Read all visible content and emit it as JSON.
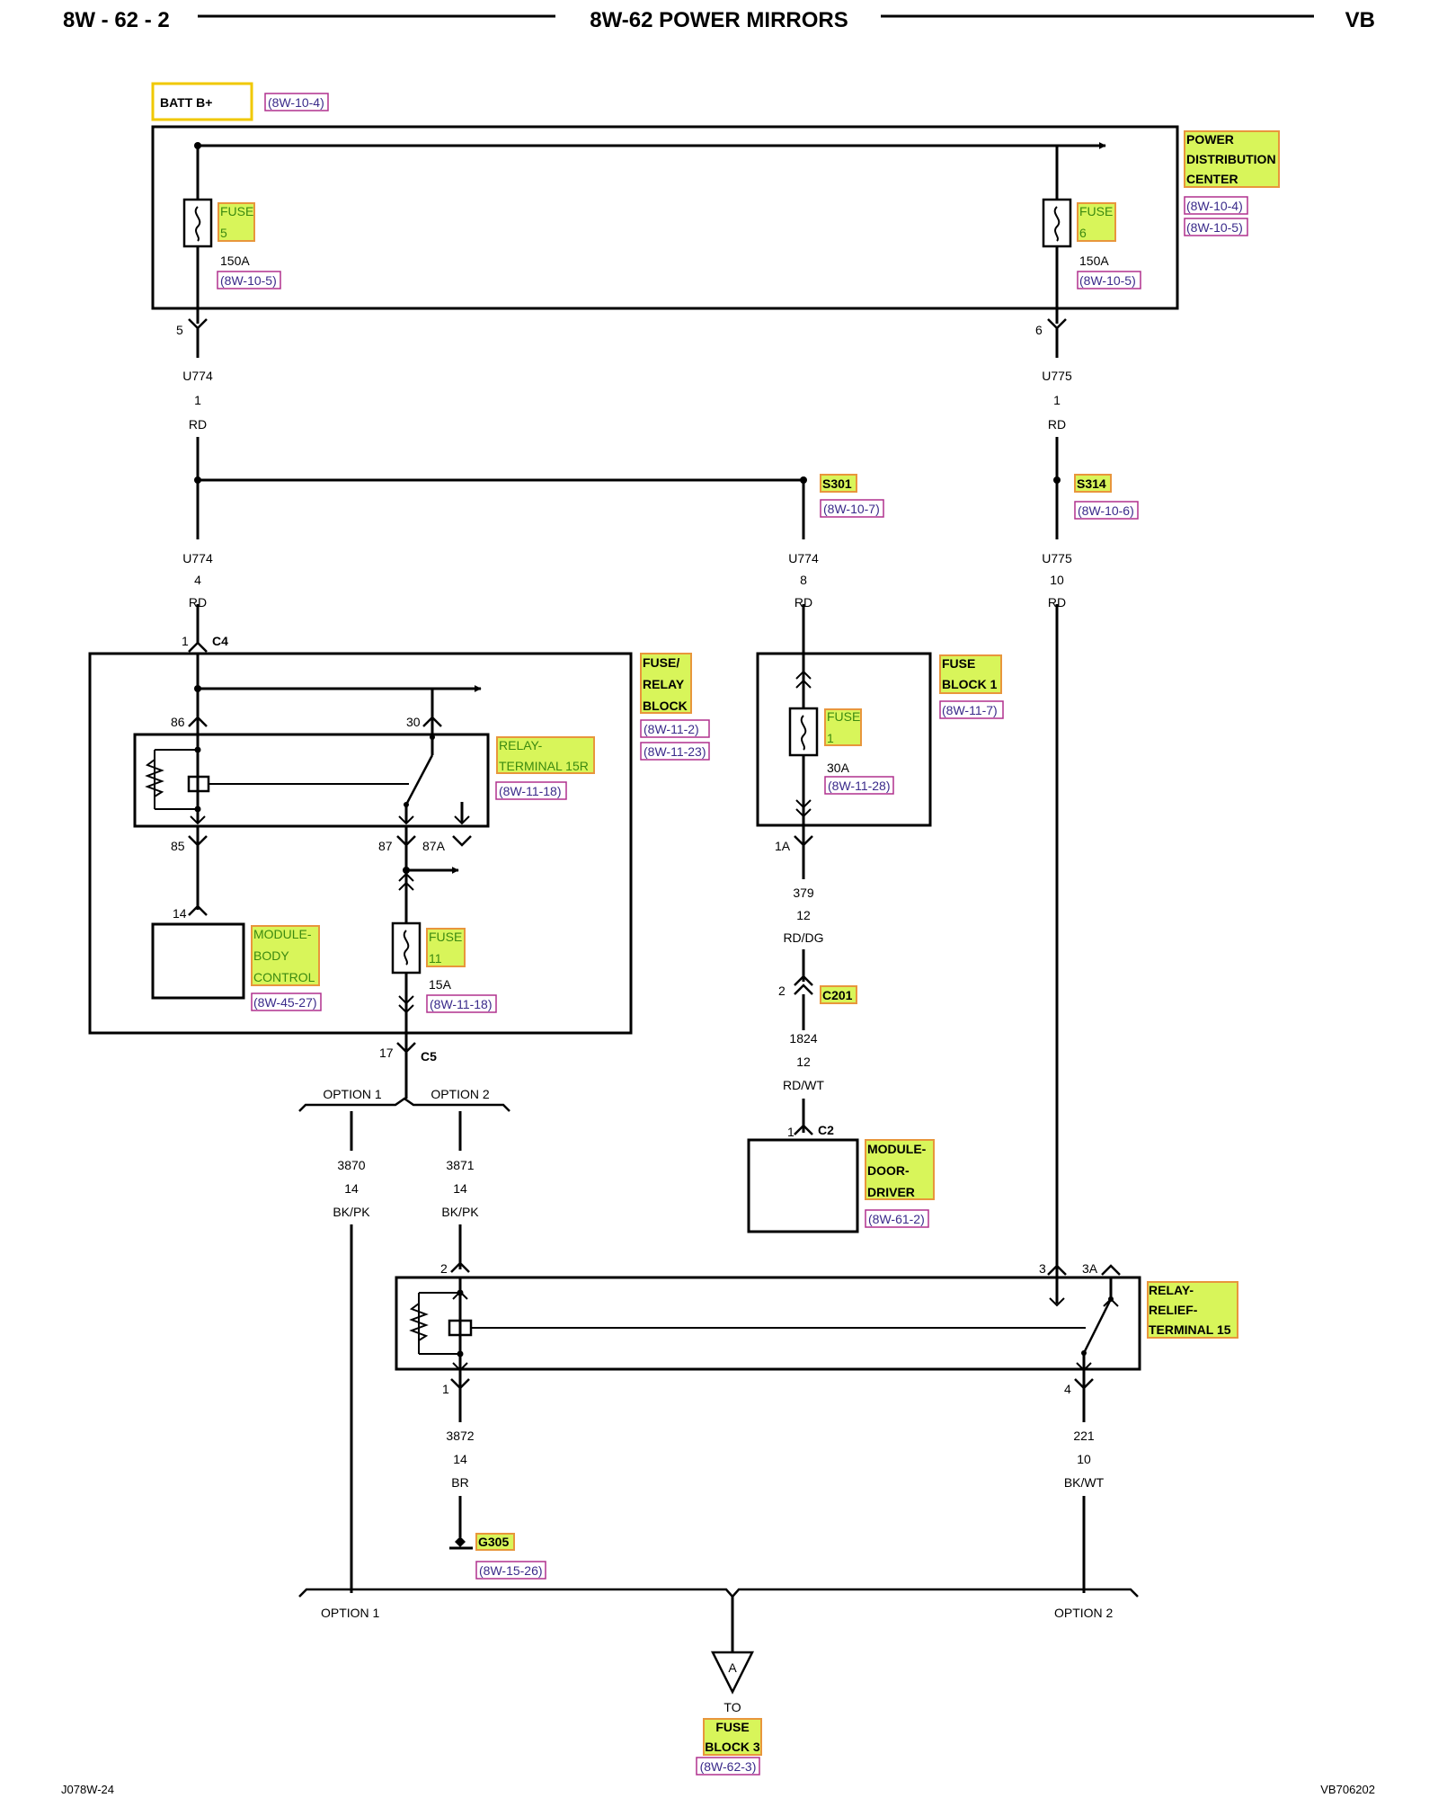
{
  "header": {
    "left": "8W - 62 - 2",
    "center": "8W-62 POWER MIRRORS",
    "right": "VB"
  },
  "footer": {
    "left": "J078W-24",
    "right": "VB706202"
  },
  "batt": {
    "label": "BATT B+",
    "ref": "(8W-10-4)"
  },
  "pdc": {
    "title_lines": [
      "POWER",
      "DISTRIBUTION",
      "CENTER"
    ],
    "refs": [
      "(8W-10-4)",
      "(8W-10-5)"
    ],
    "fuse5": {
      "name": "FUSE",
      "num": "5",
      "rating": "150A",
      "ref": "(8W-10-5)"
    },
    "fuse6": {
      "name": "FUSE",
      "num": "6",
      "rating": "150A",
      "ref": "(8W-10-5)"
    },
    "pin_left": "5",
    "pin_right": "6"
  },
  "wires": {
    "u774_a": {
      "circuit": "U774",
      "gauge": "1",
      "color": "RD"
    },
    "u775_a": {
      "circuit": "U775",
      "gauge": "1",
      "color": "RD"
    },
    "u774_b": {
      "circuit": "U774",
      "gauge": "4",
      "color": "RD"
    },
    "u774_c": {
      "circuit": "U774",
      "gauge": "8",
      "color": "RD"
    },
    "u775_b": {
      "circuit": "U775",
      "gauge": "10",
      "color": "RD"
    },
    "w379": {
      "circuit": "379",
      "gauge": "12",
      "color": "RD/DG"
    },
    "w1824": {
      "circuit": "1824",
      "gauge": "12",
      "color": "RD/WT"
    },
    "w3870": {
      "circuit": "3870",
      "gauge": "14",
      "color": "BK/PK"
    },
    "w3871": {
      "circuit": "3871",
      "gauge": "14",
      "color": "BK/PK"
    },
    "w3872": {
      "circuit": "3872",
      "gauge": "14",
      "color": "BR"
    },
    "w221": {
      "circuit": "221",
      "gauge": "10",
      "color": "BK/WT"
    }
  },
  "splices": {
    "s301": {
      "label": "S301",
      "ref": "(8W-10-7)"
    },
    "s314": {
      "label": "S314",
      "ref": "(8W-10-6)"
    }
  },
  "frb": {
    "title_lines": [
      "FUSE/",
      "RELAY",
      "BLOCK"
    ],
    "refs": [
      "(8W-11-2)",
      "(8W-11-23)"
    ],
    "c4_pin": "1",
    "c4_label": "C4",
    "relay_lines": [
      "RELAY-",
      "TERMINAL 15R"
    ],
    "relay_ref": "(8W-11-18)",
    "pins": {
      "p86": "86",
      "p30": "30",
      "p85": "85",
      "p87": "87",
      "p87a": "87A",
      "p14": "14"
    },
    "bcm_lines": [
      "MODULE-",
      "BODY",
      "CONTROL"
    ],
    "bcm_ref": "(8W-45-27)",
    "fuse11": {
      "name": "FUSE",
      "num": "11",
      "rating": "15A",
      "ref": "(8W-11-18)"
    },
    "c5_pin": "17",
    "c5_label": "C5"
  },
  "fb1": {
    "title_lines": [
      "FUSE",
      "BLOCK 1"
    ],
    "ref": "(8W-11-7)",
    "fuse1": {
      "name": "FUSE",
      "num": "1",
      "rating": "30A",
      "ref": "(8W-11-28)"
    },
    "pin": "1A"
  },
  "c201": {
    "pin": "2",
    "label": "C201"
  },
  "ddm": {
    "pin": "1",
    "conn": "C2",
    "title_lines": [
      "MODULE-",
      "DOOR-",
      "DRIVER"
    ],
    "ref": "(8W-61-2)"
  },
  "options": {
    "opt1": "OPTION 1",
    "opt2": "OPTION 2"
  },
  "rrelay": {
    "title_lines": [
      "RELAY-",
      "RELIEF-",
      "TERMINAL 15"
    ],
    "pins": {
      "p2": "2",
      "p3": "3",
      "p3a": "3A",
      "p1": "1",
      "p4": "4"
    }
  },
  "ground": {
    "label": "G305",
    "ref": "(8W-15-26)"
  },
  "dest": {
    "letter": "A",
    "to": "TO",
    "lines": [
      "FUSE",
      "BLOCK 3"
    ],
    "ref": "(8W-62-3)"
  }
}
